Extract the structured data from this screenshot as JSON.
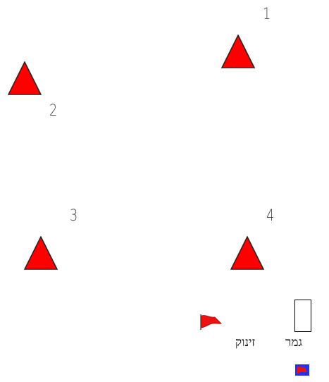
{
  "markers": [
    {
      "id": "1",
      "label": "1"
    },
    {
      "id": "2",
      "label": "2"
    },
    {
      "id": "3",
      "label": "3"
    },
    {
      "id": "4",
      "label": "4"
    }
  ],
  "legend": {
    "start_label": "זינוק",
    "finish_label": "גמר"
  },
  "colors": {
    "marker_fill": "#ff0000",
    "flag_fill": "#ee1111",
    "button_bg": "#2233ee"
  },
  "icons": {
    "marker": "triangle-icon",
    "start": "red-flag-icon",
    "finish": "empty-rectangle-icon",
    "control": "flag-button-icon"
  }
}
